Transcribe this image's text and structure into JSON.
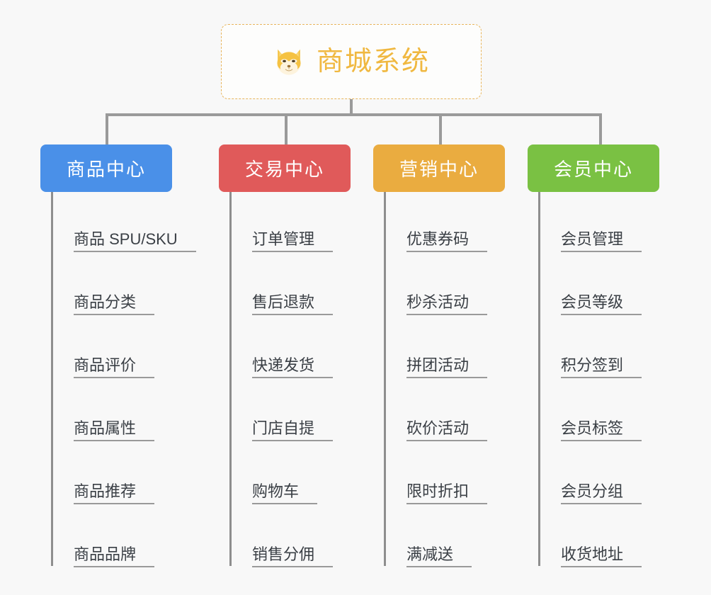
{
  "background_color": "#f8f8f8",
  "root": {
    "title": "商城系统",
    "icon": "shiba-inu-icon",
    "text_color": "#f0b840",
    "border_color": "#e8b55c"
  },
  "connector_color": "#9a9a9a",
  "categories": [
    {
      "label": "商品中心",
      "color": "#4a90e8",
      "items": [
        "商品 SPU/SKU",
        "商品分类",
        "商品评价",
        "商品属性",
        "商品推荐",
        "商品品牌"
      ]
    },
    {
      "label": "交易中心",
      "color": "#e05a5a",
      "items": [
        "订单管理",
        "售后退款",
        "快递发货",
        "门店自提",
        "购物车",
        "销售分佣"
      ]
    },
    {
      "label": "营销中心",
      "color": "#eaac40",
      "items": [
        "优惠券码",
        "秒杀活动",
        "拼团活动",
        "砍价活动",
        "限时折扣",
        "满减送"
      ]
    },
    {
      "label": "会员中心",
      "color": "#7ac143",
      "items": [
        "会员管理",
        "会员等级",
        "积分签到",
        "会员标签",
        "会员分组",
        "收货地址"
      ]
    }
  ]
}
